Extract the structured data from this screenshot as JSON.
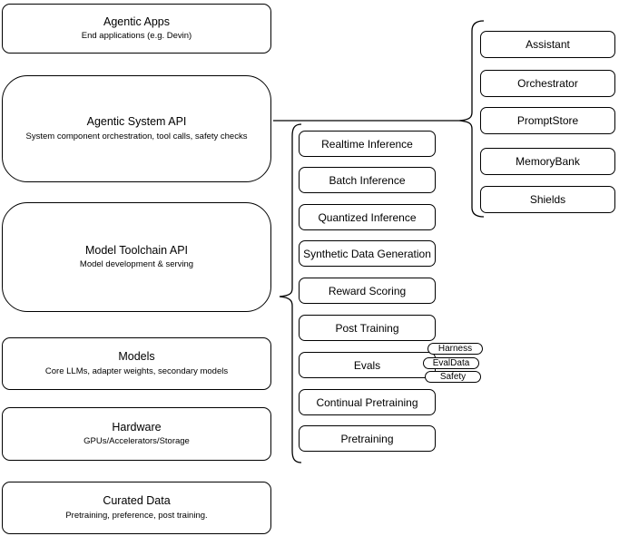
{
  "canvas": {
    "background": "#ffffff",
    "stroke": "#000000"
  },
  "layers": [
    {
      "title": "Agentic Apps",
      "subtitle": "End applications (e.g. Devin)"
    },
    {
      "title": "Agentic System API",
      "subtitle": "System component orchestration, tool calls, safety checks"
    },
    {
      "title": "Model Toolchain API",
      "subtitle": "Model development & serving"
    },
    {
      "title": "Models",
      "subtitle": "Core LLMs, adapter weights, secondary models"
    },
    {
      "title": "Hardware",
      "subtitle": "GPUs/Accelerators/Storage"
    },
    {
      "title": "Curated Data",
      "subtitle": "Pretraining, preference, post training."
    }
  ],
  "toolchain_components": [
    "Realtime Inference",
    "Batch Inference",
    "Quantized Inference",
    "Synthetic Data Generation",
    "Reward Scoring",
    "Post Training",
    "Evals",
    "Continual Pretraining",
    "Pretraining"
  ],
  "eval_tags": [
    "Harness",
    "EvalData",
    "Safety"
  ],
  "system_components": [
    "Assistant",
    "Orchestrator",
    "PromptStore",
    "MemoryBank",
    "Shields"
  ]
}
